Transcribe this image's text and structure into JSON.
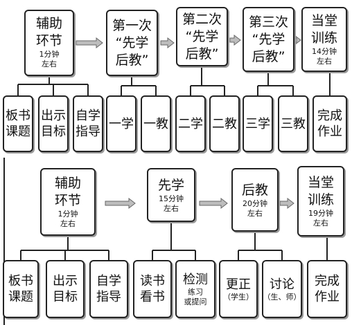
{
  "top": {
    "main": [
      {
        "title": "辅助环节",
        "lines": [
          "辅助",
          "环节"
        ],
        "detail": [
          "1分钟",
          "左右"
        ]
      },
      {
        "title": "第一次“先学后教”",
        "lines": [
          "第一次",
          "“先学",
          "后教”"
        ],
        "detail": []
      },
      {
        "title": "第二次“先学后教”",
        "lines": [
          "第二次",
          "“先学",
          "后教”"
        ],
        "detail": []
      },
      {
        "title": "第三次“先学后教”",
        "lines": [
          "第三次",
          "“先学",
          "后教”"
        ],
        "detail": []
      },
      {
        "title": "当堂训练",
        "lines": [
          "当堂",
          "训练"
        ],
        "detail": [
          "14分钟",
          "左右"
        ]
      }
    ],
    "sub": [
      {
        "lines": [
          "板书",
          "课题"
        ]
      },
      {
        "lines": [
          "出示",
          "目标"
        ]
      },
      {
        "lines": [
          "自学",
          "指导"
        ]
      },
      {
        "lines": [
          "一学"
        ]
      },
      {
        "lines": [
          "一教"
        ]
      },
      {
        "lines": [
          "二学"
        ]
      },
      {
        "lines": [
          "二教"
        ]
      },
      {
        "lines": [
          "三学"
        ]
      },
      {
        "lines": [
          "三教"
        ]
      },
      {
        "lines": [
          "完成",
          "作业"
        ]
      }
    ]
  },
  "bottom": {
    "main": [
      {
        "title": "辅助环节",
        "lines": [
          "辅助",
          "环节"
        ],
        "detail": [
          "1分钟",
          "左右"
        ]
      },
      {
        "title": "先学",
        "lines": [
          "先学"
        ],
        "detail": [
          "15分钟",
          "左右"
        ]
      },
      {
        "title": "后教",
        "lines": [
          "后教"
        ],
        "detail": [
          "20分钟",
          "左右"
        ]
      },
      {
        "title": "当堂训练",
        "lines": [
          "当堂",
          "训练"
        ],
        "detail": [
          "19分钟",
          "左右"
        ]
      }
    ],
    "sub": [
      {
        "lines": [
          "板书",
          "课题"
        ],
        "detail": []
      },
      {
        "lines": [
          "出示",
          "目标"
        ],
        "detail": []
      },
      {
        "lines": [
          "自学",
          "指导"
        ],
        "detail": []
      },
      {
        "lines": [
          "读书",
          "看书"
        ],
        "detail": []
      },
      {
        "lines": [
          "检测"
        ],
        "detail": [
          "练习",
          "或提问"
        ]
      },
      {
        "lines": [
          "更正"
        ],
        "detail": [
          "（学生）"
        ]
      },
      {
        "lines": [
          "讨论"
        ],
        "detail": [
          "（生、师）"
        ]
      },
      {
        "lines": [
          "完成",
          "作业"
        ],
        "detail": []
      }
    ]
  },
  "colors": {
    "border": "#222222",
    "shadow": "#9a9a9a",
    "arrow": "#bdbdbd"
  }
}
